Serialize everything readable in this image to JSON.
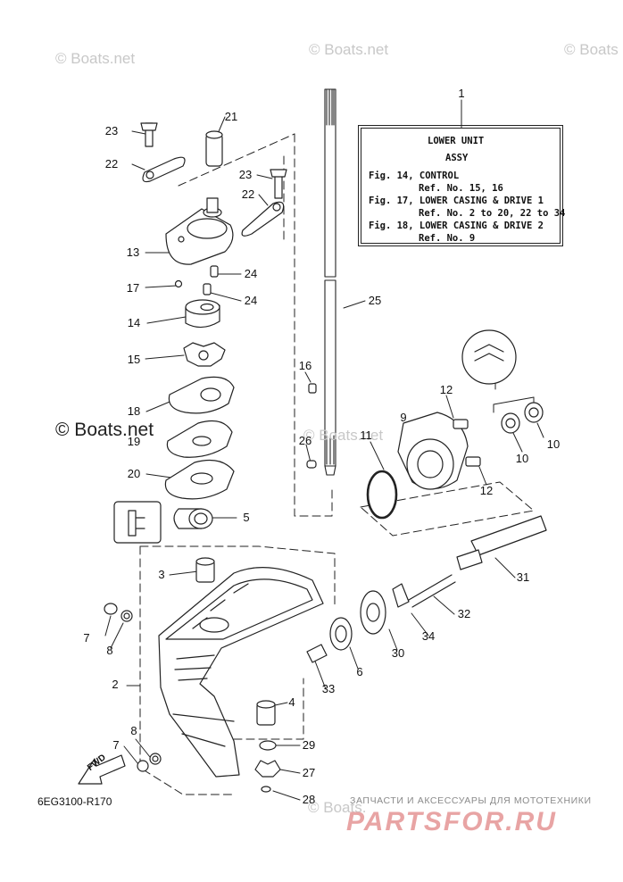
{
  "watermarks": {
    "top_left": "© Boats.net",
    "top_center": "© Boats.net",
    "top_right": "© Boats",
    "mid_left": "© Boats.net",
    "mid_center": "© Boats.net",
    "bottom_center": "© Boats."
  },
  "ref_box": {
    "title": "LOWER UNIT",
    "subtitle": "ASSY",
    "line1": "Fig. 14, CONTROL",
    "line2": "Ref. No. 15, 16",
    "line3": "Fig. 17, LOWER CASING & DRIVE 1",
    "line4": "Ref. No. 2 to 20, 22 to 34",
    "line5": "Fig. 18, LOWER CASING & DRIVE 2",
    "line6": "Ref. No. 9"
  },
  "callouts": {
    "c1": "1",
    "c2": "2",
    "c3": "3",
    "c4": "4",
    "c5": "5",
    "c6": "6",
    "c7a": "7",
    "c7b": "7",
    "c8a": "8",
    "c8b": "8",
    "c9": "9",
    "c10a": "10",
    "c10b": "10",
    "c11": "11",
    "c12a": "12",
    "c12b": "12",
    "c13": "13",
    "c14": "14",
    "c15": "15",
    "c16": "16",
    "c17": "17",
    "c18": "18",
    "c19": "19",
    "c20": "20",
    "c21": "21",
    "c22a": "22",
    "c22b": "22",
    "c23a": "23",
    "c23b": "23",
    "c24a": "24",
    "c24b": "24",
    "c25": "25",
    "c26": "26",
    "c27": "27",
    "c28": "28",
    "c29": "29",
    "c30": "30",
    "c31": "31",
    "c32": "32",
    "c33": "33",
    "c34": "34"
  },
  "drawing_code": "6EG3100-R170",
  "fwd_label": "FWD",
  "brand": {
    "subtitle": "ЗАПЧАСТИ И АКСЕССУАРЫ ДЛЯ МОТОТЕХНИКИ",
    "name": "PARTSFOR.RU"
  }
}
